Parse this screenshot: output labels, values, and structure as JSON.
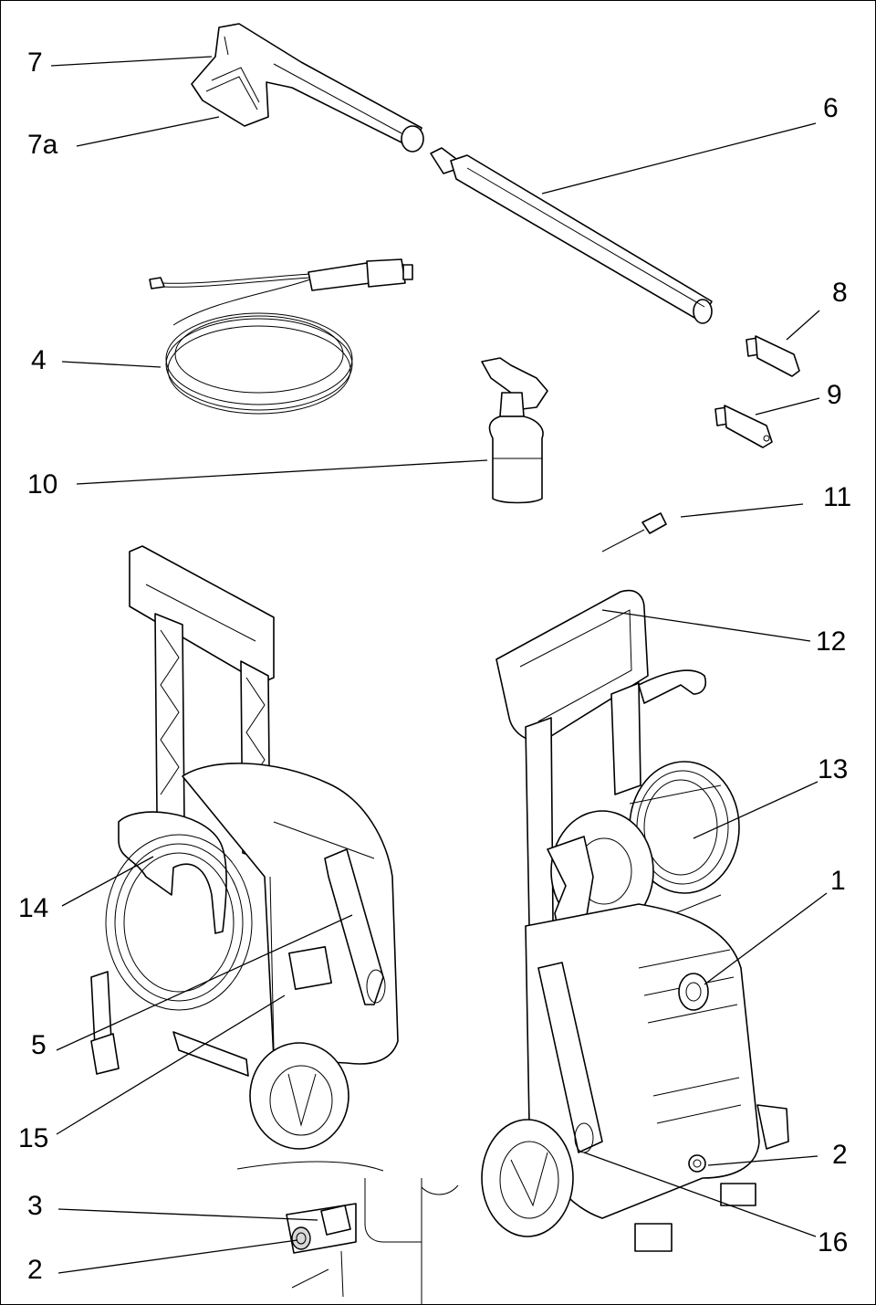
{
  "callouts": {
    "c7": "7",
    "c7a": "7a",
    "c6": "6",
    "c8": "8",
    "c4": "4",
    "c9": "9",
    "c10": "10",
    "c11": "11",
    "c12": "12",
    "c13": "13",
    "c14": "14",
    "c1": "1",
    "c5": "5",
    "c15": "15",
    "c2_right": "2",
    "c3": "3",
    "c16": "16",
    "c2_bottom": "2"
  },
  "colors": {
    "line": "#000000",
    "background": "#ffffff",
    "shade": "#d8d8d8"
  }
}
